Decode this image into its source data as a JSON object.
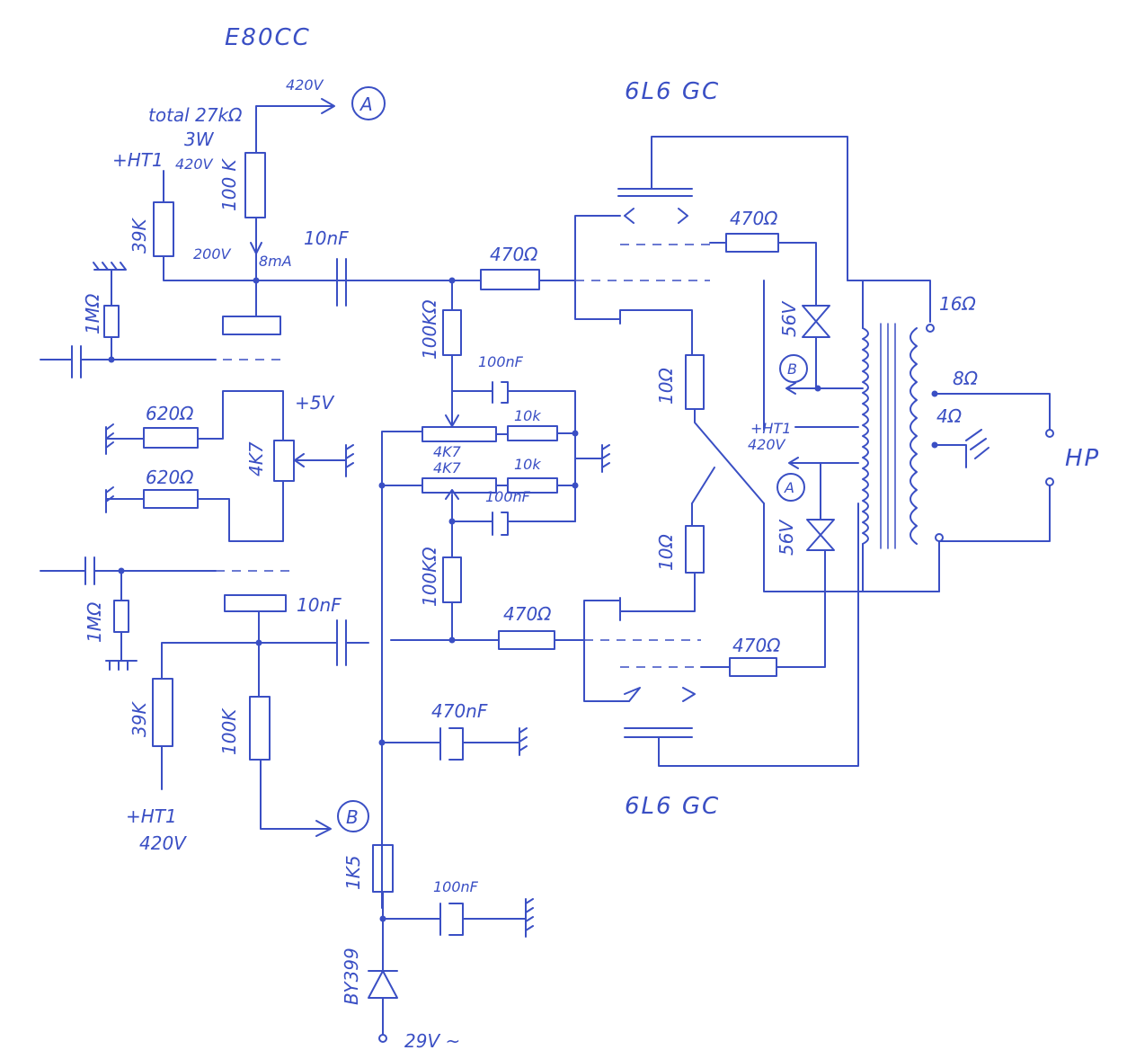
{
  "tubes": {
    "driver": "E80CC",
    "output_top": "6L6 GC",
    "output_bottom": "6L6 GC"
  },
  "markers": {
    "a": "A",
    "b": "B"
  },
  "top_stage": {
    "supply_voltage": "420V",
    "total_note": "total 27kΩ",
    "power_note": "3W",
    "plate_resistor": "100 K",
    "plate_voltage": "200V",
    "plate_current": "8mA",
    "ht_label": "+HT1",
    "ht_voltage": "420V",
    "divider_resistor": "39K",
    "grid_resistor": "1MΩ",
    "coupling_cap": "10nF"
  },
  "bias": {
    "res_upper": "620Ω",
    "res_lower": "620Ω",
    "pot": "4K7",
    "supply": "+5V"
  },
  "grid_network": {
    "top_grid_stopper": "470Ω",
    "top_grid_leak": "100KΩ",
    "top_cap": "100nF",
    "top_trim_res": "10k",
    "top_pot": "4K7",
    "bottom_pot": "4K7",
    "bottom_trim_res": "10k",
    "bottom_cap": "100nF",
    "bottom_grid_leak": "100KΩ",
    "bottom_grid_stopper": "470Ω"
  },
  "bottom_stage": {
    "grid_resistor": "1MΩ",
    "coupling_cap": "10nF",
    "divider_resistor": "39K",
    "plate_resistor": "100K",
    "ht_label": "+HT1",
    "ht_voltage": "420V"
  },
  "power_supply": {
    "filter_cap": "470nF",
    "series_res": "1K5",
    "rect_cap": "100nF",
    "diode": "BY399",
    "ac_input": "29V ~"
  },
  "output_stage": {
    "screen_res_top": "470Ω",
    "screen_res_bottom": "470Ω",
    "cathode_res_top": "10Ω",
    "cathode_res_bottom": "10Ω",
    "zener_top": "56V",
    "zener_bottom": "56V",
    "ht_label": "+HT1",
    "ht_voltage": "420V"
  },
  "transformer": {
    "tap_16": "16Ω",
    "tap_8": "8Ω",
    "tap_4": "4Ω",
    "speaker": "HP"
  }
}
